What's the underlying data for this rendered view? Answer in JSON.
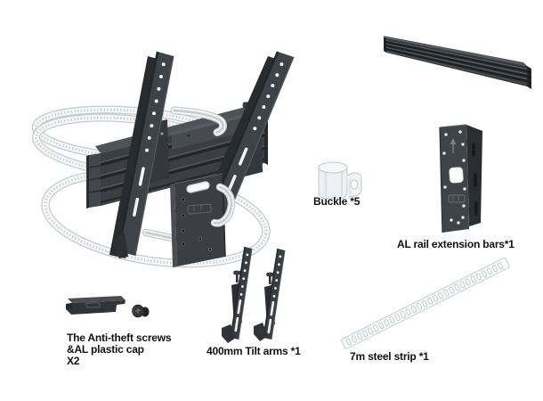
{
  "background": "#ffffff",
  "colors": {
    "part_dark": "#2c2f33",
    "part_mid": "#3e4347",
    "part_light": "#54585c",
    "strap_fill": "#f8f9fa",
    "strap_border": "#c5c9cc",
    "label_text": "#111111"
  },
  "labels": {
    "buckle": "Buckle *5",
    "al_rail_extension": "AL rail extension bars*1",
    "anti_theft": {
      "line1": "The Anti-theft screws",
      "line2": "&AL plastic cap",
      "line3": "X2"
    },
    "tilt_arms": "400mm Tilt arms *1",
    "steel_strip": "7m steel strip *1"
  },
  "parts": [
    {
      "name": "main-mount-assembly",
      "label": ""
    },
    {
      "name": "al-rail-bar",
      "label": ""
    },
    {
      "name": "buckle",
      "label": "Buckle *5",
      "quantity": "5"
    },
    {
      "name": "al-rail-extension-bracket",
      "label": "AL rail extension bars*1",
      "quantity": "1"
    },
    {
      "name": "anti-theft-screws-and-cap",
      "label": "The Anti-theft screws &AL plastic cap X2",
      "quantity": "2"
    },
    {
      "name": "tilt-arms-pair",
      "label": "400mm Tilt arms *1",
      "quantity": "1"
    },
    {
      "name": "steel-strip",
      "label": "7m steel strip *1",
      "quantity": "1"
    }
  ]
}
